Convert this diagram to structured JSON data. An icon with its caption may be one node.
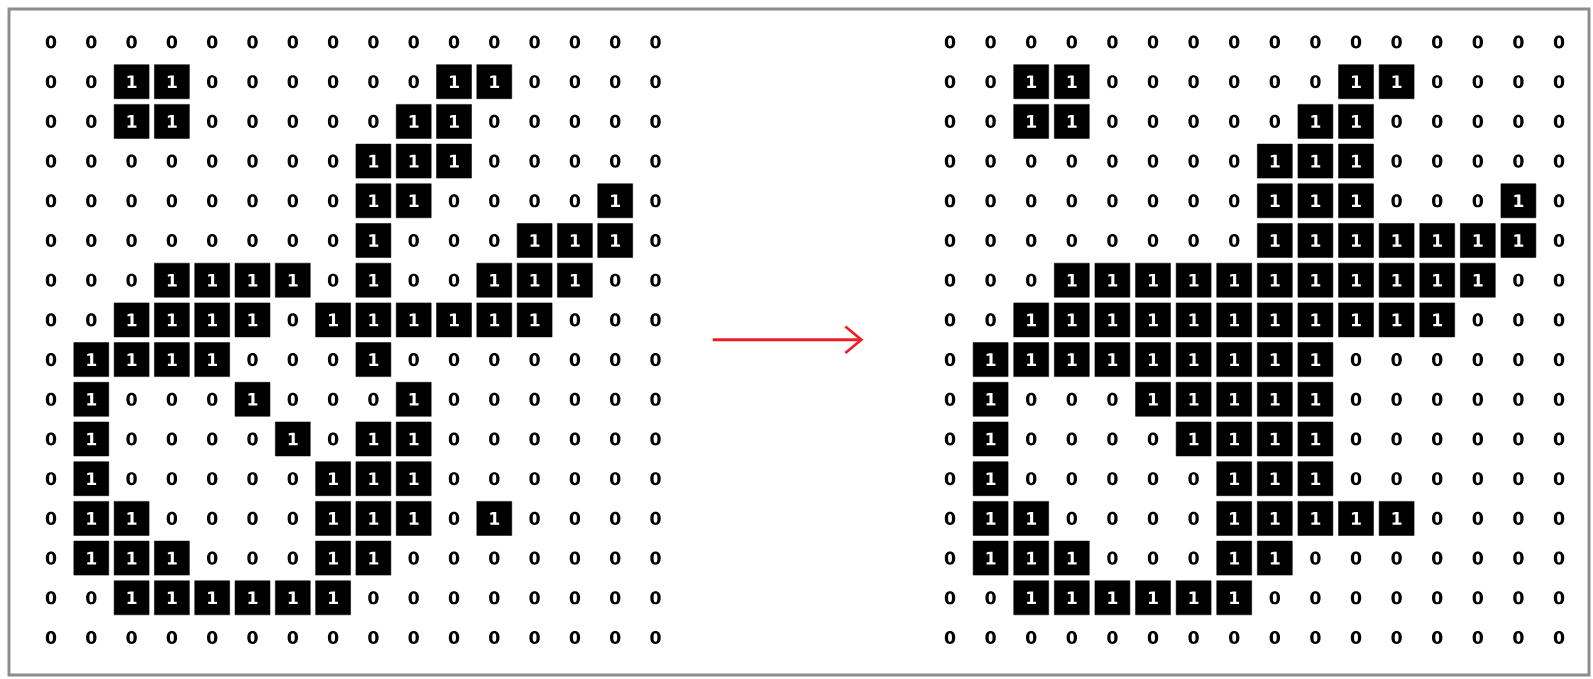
{
  "diagram": {
    "nodes": [
      {
        "text": [
          "0",
          "0",
          "0",
          "0",
          "0",
          "0",
          "0",
          "0",
          "0",
          "0",
          "0",
          "0",
          "0",
          "0",
          "0",
          "0",
          "0",
          "0",
          "1",
          "1",
          "0",
          "0",
          "0",
          "0",
          "0",
          "0",
          "1",
          "1",
          "0",
          "0",
          "0",
          "0",
          "0",
          "0",
          "1",
          "1",
          "0",
          "0",
          "0",
          "0",
          "0",
          "1",
          "1",
          "0",
          "0",
          "0",
          "0",
          "0",
          "0",
          "0",
          "0",
          "0",
          "0",
          "0",
          "0",
          "0",
          "1",
          "1",
          "1",
          "0",
          "0",
          "0",
          "0",
          "0",
          "0",
          "0",
          "0",
          "0",
          "0",
          "0",
          "0",
          "0",
          "1",
          "1",
          "0",
          "0",
          "0",
          "0",
          "1",
          "0",
          "0",
          "0",
          "0",
          "0",
          "0",
          "0",
          "0",
          "0",
          "1",
          "0",
          "0",
          "0",
          "1",
          "1",
          "1",
          "0",
          "0",
          "0",
          "0",
          "1",
          "1",
          "1",
          "1",
          "0",
          "1",
          "0",
          "0",
          "1",
          "1",
          "1",
          "0",
          "0",
          "0",
          "0",
          "1",
          "1",
          "1",
          "1",
          "0",
          "1",
          "1",
          "1",
          "1",
          "1",
          "1",
          "0",
          "0",
          "0",
          "0",
          "1",
          "1",
          "1",
          "1",
          "0",
          "0",
          "0",
          "1",
          "0",
          "0",
          "0",
          "0",
          "0",
          "0",
          "0",
          "0",
          "1",
          "0",
          "0",
          "0",
          "1",
          "0",
          "0",
          "0",
          "1",
          "0",
          "0",
          "0",
          "0",
          "0",
          "0",
          "0",
          "1",
          "0",
          "0",
          "0",
          "0",
          "1",
          "0",
          "1",
          "1",
          "0",
          "0",
          "0",
          "0",
          "0",
          "0",
          "0",
          "1",
          "0",
          "0",
          "0",
          "0",
          "0",
          "1",
          "1",
          "1",
          "0",
          "0",
          "0",
          "0",
          "0",
          "0",
          "0",
          "1",
          "1",
          "0",
          "0",
          "0",
          "0",
          "1",
          "1",
          "1",
          "0",
          "1",
          "0",
          "0",
          "0",
          "0",
          "0",
          "1",
          "1",
          "1",
          "0",
          "0",
          "0",
          "1",
          "1",
          "0",
          "0",
          "0",
          "0",
          "0",
          "0",
          "0",
          "0",
          "0",
          "1",
          "1",
          "1",
          "1",
          "1",
          "1",
          "0",
          "0",
          "0",
          "0",
          "0",
          "0",
          "0",
          "0",
          "0",
          "0",
          "0",
          "0",
          "0",
          "0",
          "0",
          "0",
          "0",
          "0",
          "0",
          "0",
          "0",
          "0",
          "0",
          "0"
        ]
      },
      {
        "text": [
          "0",
          "0",
          "0",
          "0",
          "0",
          "0",
          "0",
          "0",
          "0",
          "0",
          "0",
          "0",
          "0",
          "0",
          "0",
          "0",
          "0",
          "0",
          "1",
          "1",
          "0",
          "0",
          "0",
          "0",
          "0",
          "0",
          "1",
          "1",
          "0",
          "0",
          "0",
          "0",
          "0",
          "0",
          "1",
          "1",
          "0",
          "0",
          "0",
          "0",
          "0",
          "1",
          "1",
          "0",
          "0",
          "0",
          "0",
          "0",
          "0",
          "0",
          "0",
          "0",
          "0",
          "0",
          "0",
          "0",
          "1",
          "1",
          "1",
          "0",
          "0",
          "0",
          "0",
          "0",
          "0",
          "0",
          "0",
          "0",
          "0",
          "0",
          "0",
          "0",
          "1",
          "1",
          "1",
          "0",
          "0",
          "0",
          "1",
          "0",
          "0",
          "0",
          "0",
          "0",
          "0",
          "0",
          "0",
          "0",
          "1",
          "1",
          "1",
          "1",
          "1",
          "1",
          "1",
          "0",
          "0",
          "0",
          "0",
          "1",
          "1",
          "1",
          "1",
          "1",
          "1",
          "1",
          "1",
          "1",
          "1",
          "1",
          "0",
          "0",
          "0",
          "0",
          "1",
          "1",
          "1",
          "1",
          "1",
          "1",
          "1",
          "1",
          "1",
          "1",
          "1",
          "0",
          "0",
          "0",
          "0",
          "1",
          "1",
          "1",
          "1",
          "1",
          "1",
          "1",
          "1",
          "1",
          "0",
          "0",
          "0",
          "0",
          "0",
          "0",
          "0",
          "1",
          "0",
          "0",
          "0",
          "1",
          "1",
          "1",
          "1",
          "1",
          "0",
          "0",
          "0",
          "0",
          "0",
          "0",
          "0",
          "1",
          "0",
          "0",
          "0",
          "0",
          "1",
          "1",
          "1",
          "1",
          "0",
          "0",
          "0",
          "0",
          "0",
          "0",
          "0",
          "1",
          "0",
          "0",
          "0",
          "0",
          "0",
          "1",
          "1",
          "1",
          "0",
          "0",
          "0",
          "0",
          "0",
          "0",
          "0",
          "1",
          "1",
          "0",
          "0",
          "0",
          "0",
          "1",
          "1",
          "1",
          "1",
          "1",
          "0",
          "0",
          "0",
          "0",
          "0",
          "1",
          "1",
          "1",
          "0",
          "0",
          "0",
          "1",
          "1",
          "0",
          "0",
          "0",
          "0",
          "0",
          "0",
          "0",
          "0",
          "0",
          "1",
          "1",
          "1",
          "1",
          "1",
          "1",
          "0",
          "0",
          "0",
          "0",
          "0",
          "0",
          "0",
          "0",
          "0",
          "0",
          "0",
          "0",
          "0",
          "0",
          "0",
          "0",
          "0",
          "0",
          "0",
          "0",
          "0",
          "0",
          "0",
          "0"
        ]
      }
    ],
    "edges": [
      {
        "from": 0,
        "to": 1,
        "arrow": "to",
        "color": "#ee1c24"
      }
    ]
  }
}
